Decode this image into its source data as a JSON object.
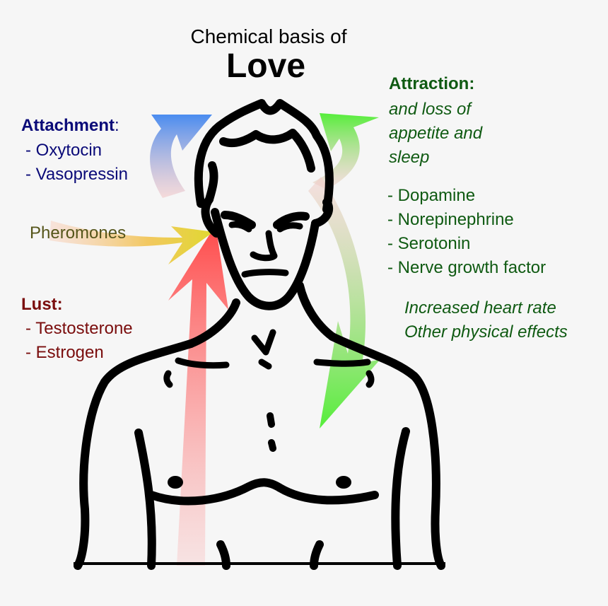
{
  "title": {
    "line1": "Chemical basis of",
    "line2": "Love"
  },
  "attachment": {
    "heading": "Attachment",
    "colon": ":",
    "items": [
      "- Oxytocin",
      "- Vasopressin"
    ]
  },
  "pheromones": {
    "label": "Pheromones"
  },
  "lust": {
    "heading": "Lust:",
    "items": [
      "- Testosterone",
      "- Estrogen"
    ]
  },
  "attraction": {
    "heading": "Attraction:",
    "effects": [
      "and loss of",
      "appetite and",
      "sleep"
    ],
    "items": [
      "- Dopamine",
      "- Norepinephrine",
      "- Serotonin",
      "- Nerve growth factor"
    ],
    "physical": [
      "Increased heart rate",
      "Other physical effects"
    ]
  },
  "colors": {
    "attachment_text": "#0a0a78",
    "pheromones_text": "#55551a",
    "lust_text": "#7a0d0d",
    "attraction_text": "#0f5a12",
    "attachment_arrow": "#4a8cf0",
    "pheromones_arrow": "#e0c830",
    "lust_arrow": "#ff5050",
    "attraction_arrow": "#55ee3a",
    "background": "#f6f6f6"
  }
}
